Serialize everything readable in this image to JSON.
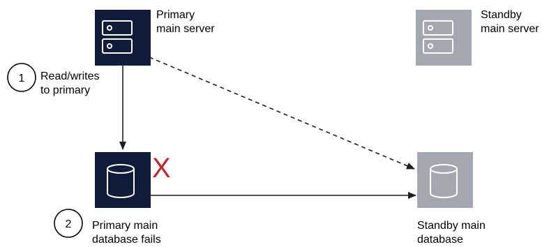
{
  "colors": {
    "primary_node": "#0f1c3b",
    "standby_node": "#a3a8b0",
    "icon_stroke": "#ffffff",
    "edge": "#1f1f1f",
    "fail_mark": "#c1272d"
  },
  "nodes": {
    "primary_server": {
      "icon": "server-icon",
      "label_line1": "Primary",
      "label_line2": "main server"
    },
    "standby_server": {
      "icon": "server-icon",
      "label_line1": "Standby",
      "label_line2": "main server"
    },
    "primary_db": {
      "icon": "database-icon",
      "label_line1": "Primary main",
      "label_line2": "database fails"
    },
    "standby_db": {
      "icon": "database-icon",
      "label_line1": "Standby main",
      "label_line2": "database"
    }
  },
  "steps": [
    {
      "number": "1",
      "text_line1": "Read/writes",
      "text_line2": "to primary"
    },
    {
      "number": "2"
    }
  ],
  "failure_mark": "X",
  "edges": [
    {
      "from": "primary_server",
      "to": "primary_db",
      "style": "solid"
    },
    {
      "from": "primary_server",
      "to": "standby_db",
      "style": "dashed"
    },
    {
      "from": "primary_db",
      "to": "standby_db",
      "style": "solid"
    }
  ]
}
